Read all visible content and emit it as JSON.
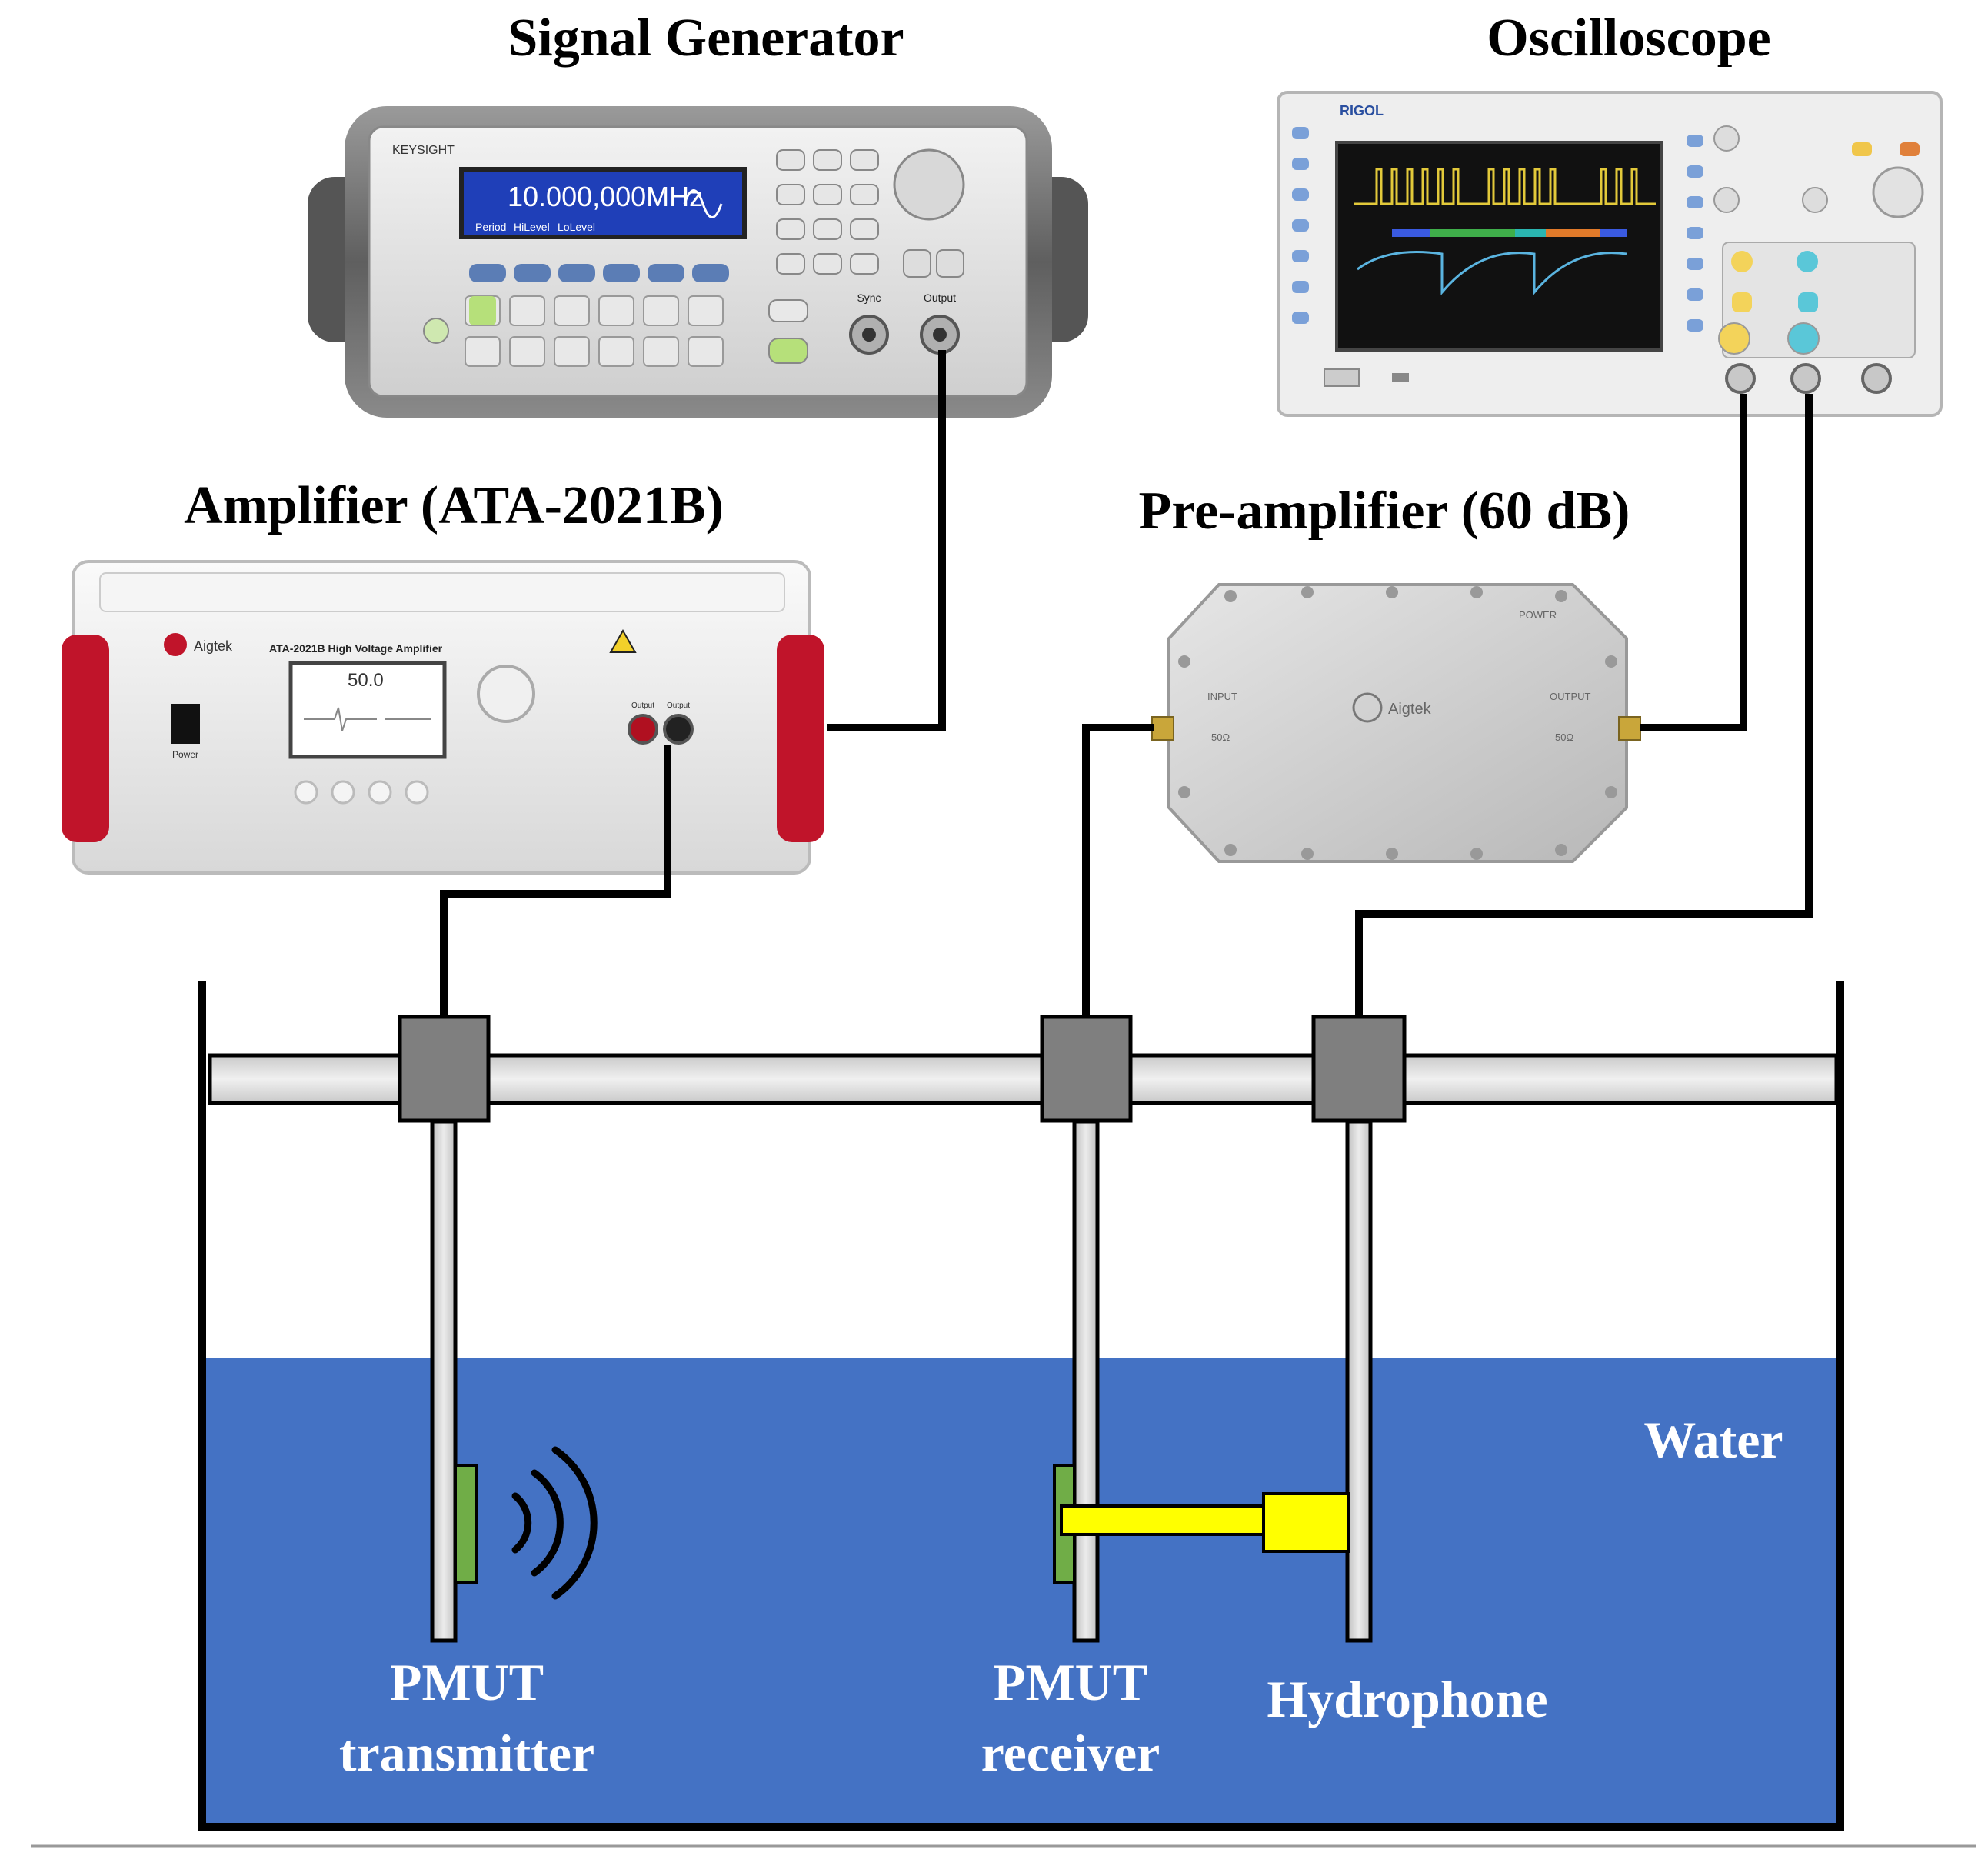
{
  "labels": {
    "signal_generator": "Signal Generator",
    "oscilloscope": "Oscilloscope",
    "amplifier": "Amplifier (ATA-2021B)",
    "preamplifier": "Pre-amplifier (60 dB)",
    "water": "Water",
    "pmut_transmitter_line1": "PMUT",
    "pmut_transmitter_line2": "transmitter",
    "pmut_receiver_line1": "PMUT",
    "pmut_receiver_line2": "receiver",
    "hydrophone": "Hydrophone"
  },
  "signal_generator": {
    "brand": "KEYSIGHT",
    "display_value": "10.000,000MHz",
    "buttons": [
      "Period",
      "HiLevel",
      "LoLevel"
    ],
    "connectors": [
      "Sync",
      "Output"
    ]
  },
  "oscilloscope": {
    "brand": "RIGOL"
  },
  "amplifier": {
    "brand": "Aigtek",
    "model_text": "ATA-2021B High Voltage Amplifier",
    "display_value": "50.0",
    "power_label": "Power",
    "ports": [
      "Output",
      "Output"
    ]
  },
  "preamplifier": {
    "brand": "Aigtek",
    "input_label": "INPUT",
    "input_ohm": "50Ω",
    "output_label": "OUTPUT",
    "output_ohm": "50Ω",
    "power_label": "POWER"
  },
  "colors": {
    "water": "#4472c4",
    "pmut": "#70ad47",
    "hydrophone": "#ffff00",
    "cable": "#000000",
    "clamp": "#7f7f7f",
    "rail": "#d9d9d9",
    "amplifier_handle": "#c0142a"
  }
}
